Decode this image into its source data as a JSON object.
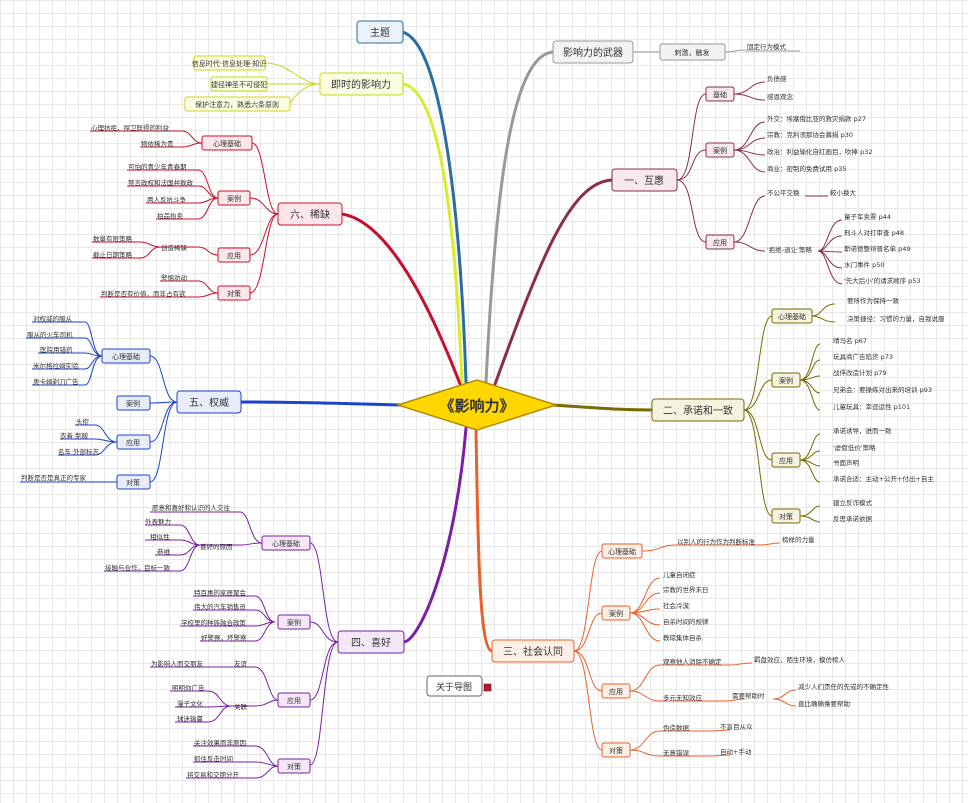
{
  "central": {
    "label": "《影响力》"
  },
  "about": {
    "label": "关于导图"
  },
  "colors": {
    "brown": "#8a2f48",
    "olive": "#7a6a00",
    "orange": "#e8602c",
    "purple": "#7a1fa2",
    "blue": "#1d43c8",
    "red": "#c8102e",
    "yellow": "#d8ec2c",
    "teal": "#2a6ea0",
    "gray": "#999999",
    "center": "#ffd700"
  },
  "topics": {
    "theme": {
      "label": "主题"
    },
    "weapon": {
      "label": "影响力的武器",
      "child": "刺激，触发",
      "grand": "固定行为模式"
    },
    "instant": {
      "label": "即时的影响力",
      "items": [
        "信息时代·信息处理·知识",
        "捷径神圣不可侵犯",
        "保护注意力，熟悉六条原则"
      ]
    },
    "reciprocity": {
      "label": "一、互惠",
      "basis": {
        "label": "基础",
        "items": [
          "负债感",
          "感恩观念"
        ]
      },
      "cases": {
        "label": "案例",
        "items": [
          "外交：埃塞俄比亚的救灾捐款 p27",
          "宗教：克利须那协会募捐 p30",
          "政治：利益输化自红画目，吹捧 p32",
          "商业：密制的免费试用 p35"
        ]
      },
      "apply": {
        "label": "应用",
        "a": "不公平交换",
        "a_child": "較小换大",
        "b": "'拒绝-退让'策略",
        "b_items": [
          "童子军卖票 p44",
          "刑斗人对打审查 p48",
          "斯诺德整辩晋名单 p49",
          "水门事件 p50",
          "'先大后小'的请求顺序 p53"
        ]
      }
    },
    "commitment": {
      "label": "二、承诺和一致",
      "basis": {
        "label": "心理基础",
        "items": [
          "要所作为保持一致",
          "决策捷径：习惯的力量，自我说服"
        ]
      },
      "cases": {
        "label": "案例",
        "items": [
          "晴马名 p67",
          "玩具商广告陷货 p73",
          "战俘改造计划 p79",
          "兄弟会：要操练对出来的培训 p93",
          "儿童玩具：幸逗运性 p101"
        ]
      },
      "apply": {
        "label": "应用",
        "items": [
          "承诺诱导，进而一致",
          "'虚假低价'策略",
          "书面声明",
          "承诺合适：主动+公开+付出+自主"
        ]
      },
      "counter": {
        "label": "对策",
        "items": [
          "建立反诈模式",
          "反思承诺依据"
        ]
      }
    },
    "social": {
      "label": "三、社会认同",
      "basis": {
        "label": "心理基础",
        "a": "以别人的行为作为判断标准",
        "b": "榜样的力量"
      },
      "cases": {
        "label": "案例",
        "items": [
          "儿童自闭症",
          "宗教的世界末日",
          "社会冷漠",
          "自杀时间的规律",
          "教琼集体自杀"
        ]
      },
      "apply": {
        "label": "应用",
        "a": "观察他人消除不确定",
        "a_child": "羁盘效应，陌生环境，模仿榜人",
        "b": "多元无知效应",
        "b_child": "需要帮助时",
        "b_grand": [
          "减少人们责任的先或的不确定性",
          "直比确确乘要帮助"
        ]
      },
      "counter": {
        "label": "对策",
        "a": "伪造数据",
        "a_child": "不盲目从众",
        "b": "无意错误",
        "b_child": "自动+手动"
      }
    },
    "liking": {
      "label": "四、喜好",
      "basis": {
        "label": "心理基础",
        "top": "愿意和喜好和认识的人交往",
        "mid": "喜好的原因",
        "items": [
          "外表魅力",
          "相似性",
          "恭维",
          "接触与合作，目标一致"
        ]
      },
      "cases": {
        "label": "案例",
        "items": [
          "特百惠的家居聚会",
          "伟大的汽车销售员",
          "学校里的种族融合政策",
          "好警察，坏警察"
        ]
      },
      "apply": {
        "label": "应用",
        "a": "友谊",
        "a_items": [
          "为影响人而交朋友"
        ],
        "b": "关联",
        "b_items": [
          "明明你广告",
          "漫子文化",
          "球迷输赢"
        ]
      },
      "counter": {
        "label": "对策",
        "items": [
          "关注效果而非原因",
          "抓住反击时间",
          "将交易和交朋分开"
        ]
      }
    },
    "authority": {
      "label": "五、权威",
      "basis": {
        "label": "心理基础",
        "items": [
          "对权威的服从",
          "服从的火车司机",
          "医院用错药",
          "米尔格拉姆实验",
          "奥卡姆剃刀广告"
        ]
      },
      "cases": {
        "label": "案例"
      },
      "apply": {
        "label": "应用",
        "items": [
          "头衔",
          "衣着·制服",
          "名车·外部标志"
        ]
      },
      "counter": {
        "label": "对策",
        "items": [
          "判断是否是真正的专家"
        ]
      }
    },
    "scarcity": {
      "label": "六、稀缺",
      "basis": {
        "label": "心理基础",
        "items": [
          "心理抗拒，捍卫既得的利益",
          "物依稀为贵"
        ]
      },
      "cases": {
        "label": "案例",
        "items": [
          "可怕的青少年青春期",
          "禁言政权和法国并致政",
          "两人反抗斗争",
          "拍品抬卖"
        ]
      },
      "apply": {
        "label": "应用",
        "a": "创造稀缺",
        "items": [
          "数量有限策略",
          "截止日期策略"
        ]
      },
      "counter": {
        "label": "对策",
        "items": [
          "警惕劝动",
          "判断是否有价值，而非占有欲"
        ]
      }
    }
  }
}
